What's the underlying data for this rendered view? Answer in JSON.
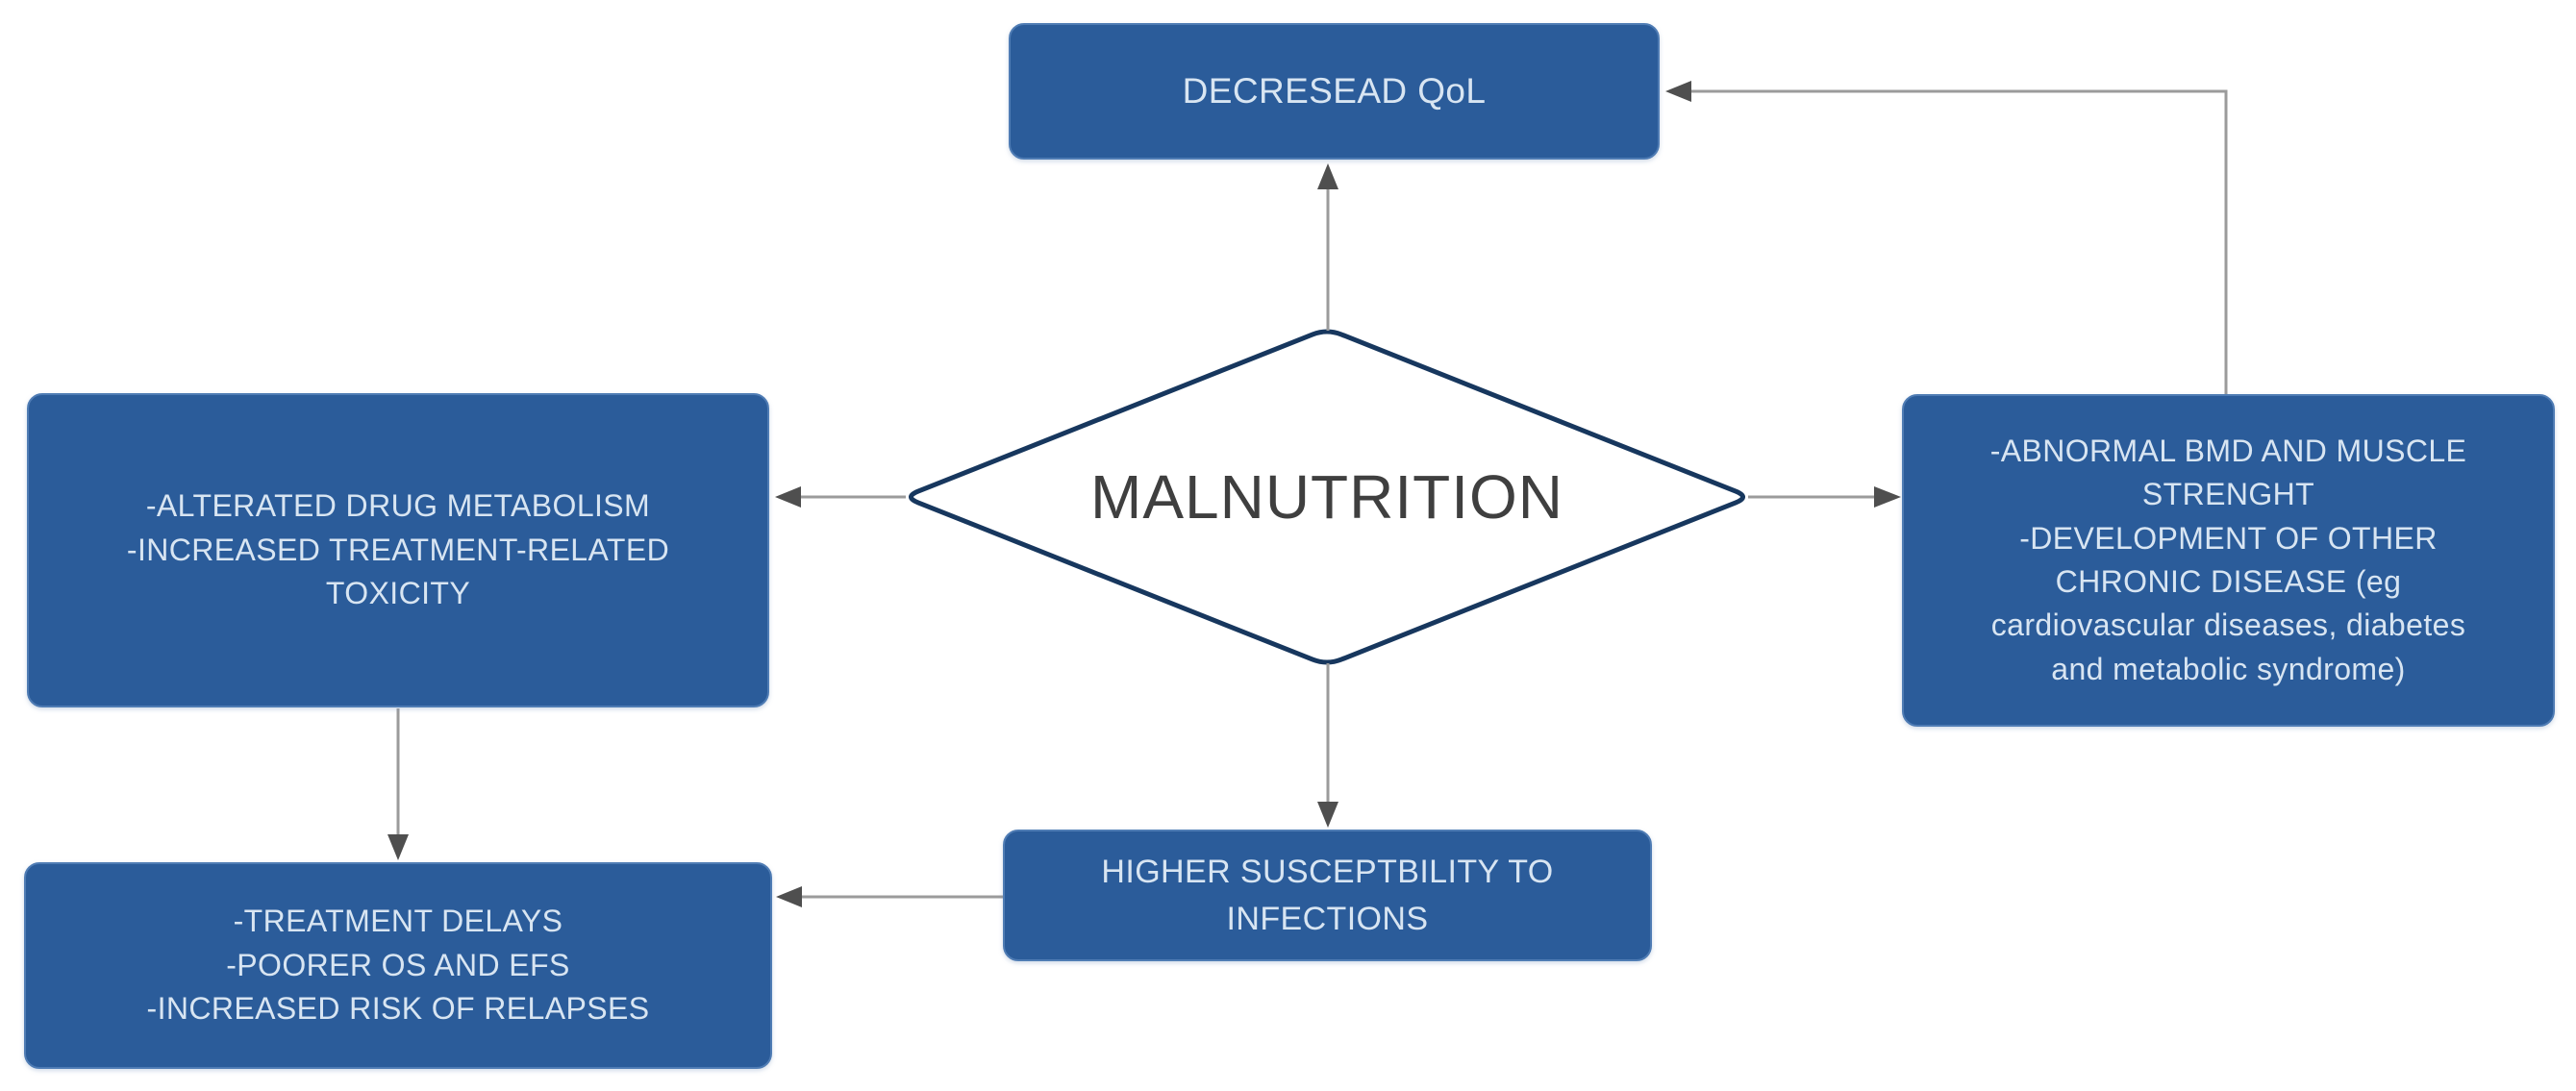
{
  "figure": {
    "title": "Malnutrition consequences flowchart",
    "colors": {
      "bg": "#ffffff",
      "node_fill": "#2b5c9a",
      "node_border": "#4f7cb4",
      "node_text": "#d8e5f2",
      "diamond_border": "#17375e",
      "diamond_text": "#3f3f3f",
      "arrow_line": "#9b9b9b",
      "arrow_head": "#4f4f4f"
    },
    "nodes": {
      "malnutrition": {
        "label": "MALNUTRITION",
        "shape": "diamond"
      },
      "decreased_qol": {
        "label": "DECRESEAD QoL",
        "shape": "rounded-box"
      },
      "drug_metabolism": {
        "label": "-ALTERATED DRUG METABOLISM\n-INCREASED TREATMENT-RELATED\nTOXICITY",
        "shape": "rounded-box"
      },
      "bmd_muscle": {
        "label": "-ABNORMAL BMD AND MUSCLE\nSTRENGHT\n-DEVELOPMENT OF OTHER\nCHRONIC DISEASE (eg\ncardiovascular diseases, diabetes\nand metabolic syndrome)",
        "shape": "rounded-box"
      },
      "infections": {
        "label": "HIGHER SUSCEPTBILITY TO\nINFECTIONS",
        "shape": "rounded-box"
      },
      "treatment_delays": {
        "label": "-TREATMENT DELAYS\n-POORER OS AND EFS\n-INCREASED RISK OF RELAPSES",
        "shape": "rounded-box"
      }
    },
    "edges": [
      {
        "from": "malnutrition",
        "to": "decreased_qol"
      },
      {
        "from": "malnutrition",
        "to": "drug_metabolism"
      },
      {
        "from": "malnutrition",
        "to": "bmd_muscle"
      },
      {
        "from": "malnutrition",
        "to": "infections"
      },
      {
        "from": "drug_metabolism",
        "to": "treatment_delays"
      },
      {
        "from": "infections",
        "to": "treatment_delays"
      },
      {
        "from": "bmd_muscle",
        "to": "decreased_qol"
      }
    ]
  }
}
